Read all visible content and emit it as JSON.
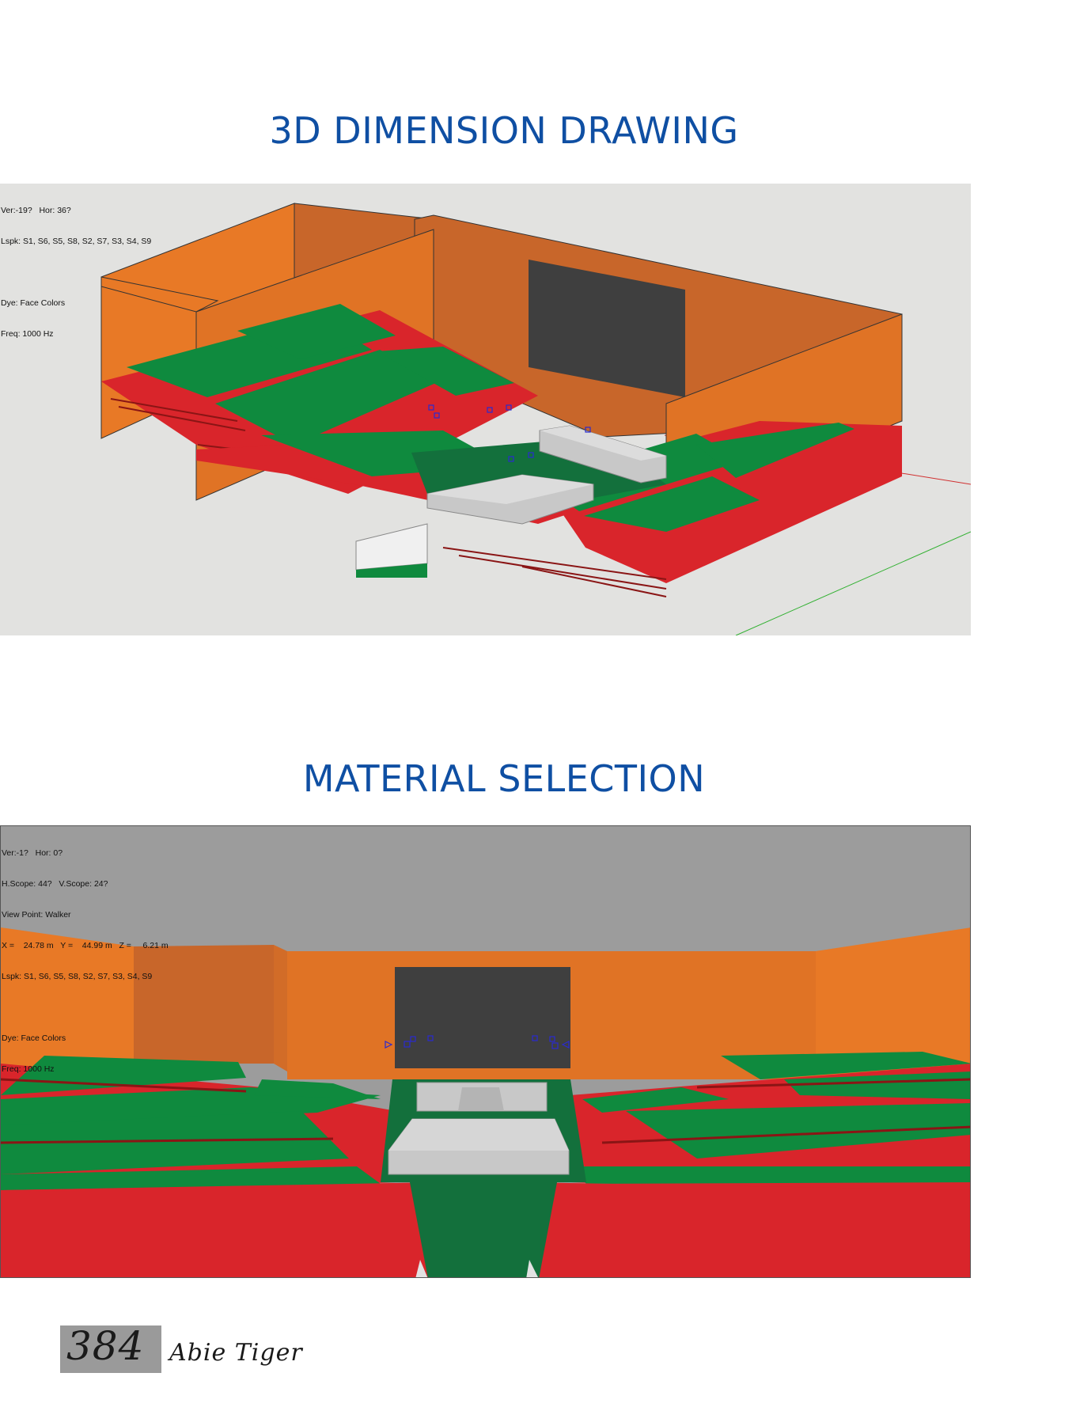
{
  "headings": {
    "dimension": "3D DIMENSION DRAWING",
    "material": "MATERIAL SELECTION"
  },
  "panel1_info": {
    "line1": "Ver:-19?   Hor: 36?",
    "line2": "Lspk: S1, S6, S5, S8, S2, S7, S3, S4, S9",
    "line3": "Dye: Face Colors",
    "line4": "Freq: 1000 Hz"
  },
  "panel2_info": {
    "line1": "Ver:-1?   Hor: 0?",
    "line2": "H.Scope: 44?   V.Scope: 24?",
    "line3": "View Point: Walker",
    "line4": "X =    24.78 m   Y =    44.99 m   Z =     6.21 m",
    "line5": "Lspk: S1, S6, S5, S8, S2, S7, S3, S4, S9",
    "line6": "Dye: Face Colors",
    "line7": "Freq: 1000 Hz"
  },
  "colors": {
    "heading": "#0f4fa3",
    "wall_orange": "#e87926",
    "wall_shadow": "#c8662a",
    "seat_red": "#d9252b",
    "seat_green": "#0f8a3e",
    "stage_grey": "#c8c8c8",
    "screen": "#3f3f3f"
  },
  "footer": {
    "page_number": "384",
    "author": "Abie Tiger"
  }
}
